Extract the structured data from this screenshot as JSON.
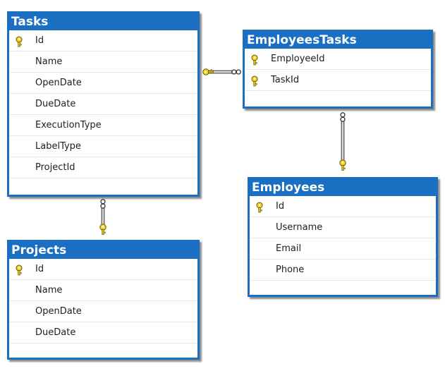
{
  "tables": {
    "tasks": {
      "title": "Tasks",
      "columns": [
        {
          "name": "Id",
          "primary_key": true
        },
        {
          "name": "Name",
          "primary_key": false
        },
        {
          "name": "OpenDate",
          "primary_key": false
        },
        {
          "name": "DueDate",
          "primary_key": false
        },
        {
          "name": "ExecutionType",
          "primary_key": false
        },
        {
          "name": "LabelType",
          "primary_key": false
        },
        {
          "name": "ProjectId",
          "primary_key": false
        }
      ]
    },
    "employees_tasks": {
      "title": "EmployeesTasks",
      "columns": [
        {
          "name": "EmployeeId",
          "primary_key": true
        },
        {
          "name": "TaskId",
          "primary_key": true
        }
      ]
    },
    "employees": {
      "title": "Employees",
      "columns": [
        {
          "name": "Id",
          "primary_key": true
        },
        {
          "name": "Username",
          "primary_key": false
        },
        {
          "name": "Email",
          "primary_key": false
        },
        {
          "name": "Phone",
          "primary_key": false
        }
      ]
    },
    "projects": {
      "title": "Projects",
      "columns": [
        {
          "name": "Id",
          "primary_key": true
        },
        {
          "name": "Name",
          "primary_key": false
        },
        {
          "name": "OpenDate",
          "primary_key": false
        },
        {
          "name": "DueDate",
          "primary_key": false
        }
      ]
    }
  },
  "relationships": [
    {
      "one": "tasks",
      "many": "employees_tasks"
    },
    {
      "one": "employees",
      "many": "employees_tasks"
    },
    {
      "one": "projects",
      "many": "tasks"
    }
  ],
  "colors": {
    "table_header": "#1b6fc2",
    "key_icon": "#f2d21e",
    "connector": "#6e6e6e"
  },
  "icons": {
    "primary_key": "key-icon",
    "one_end": "key-icon",
    "many_end": "infinity-icon"
  }
}
